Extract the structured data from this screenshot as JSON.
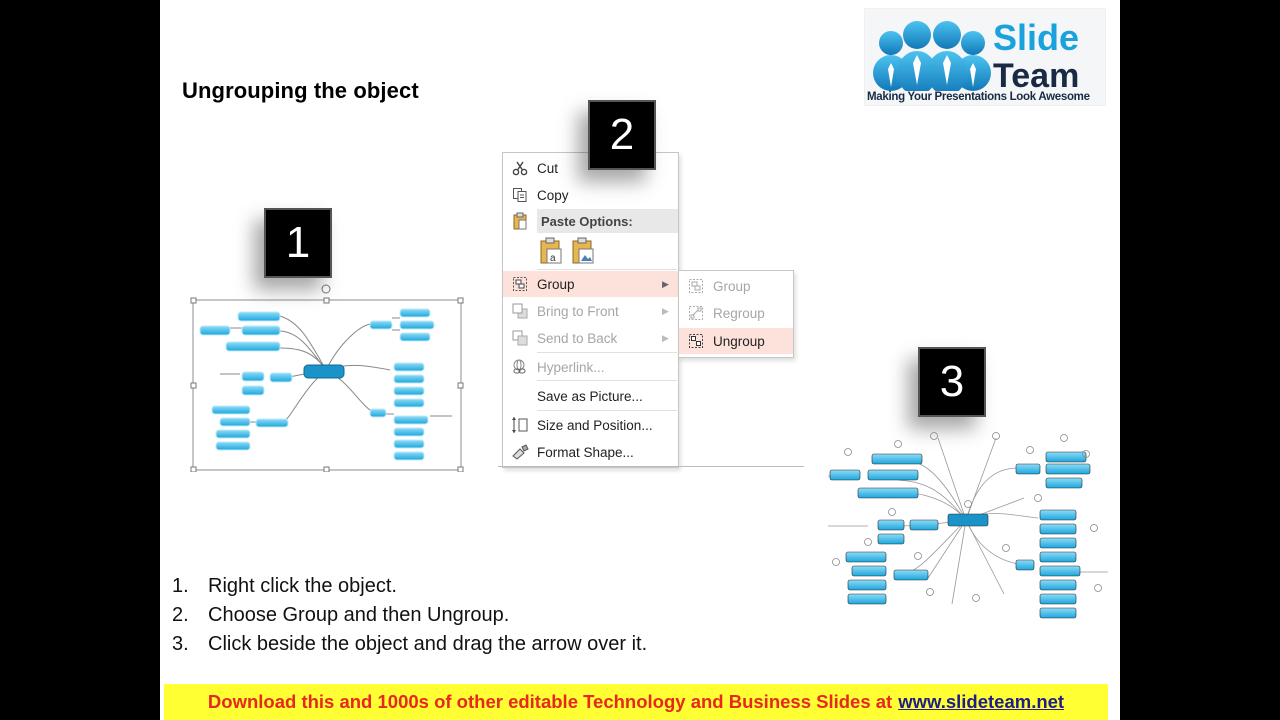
{
  "slide": {
    "title": "Ungrouping the object",
    "logo": {
      "brand_top": "Slide",
      "brand_bottom": "Team",
      "tagline": "Making Your Presentations Look Awesome",
      "colors": {
        "blue": "#1aa2dc",
        "navy": "#1a2a44"
      }
    },
    "badges": [
      "1",
      "2",
      "3"
    ],
    "context_menu": {
      "items": [
        {
          "label": "Cut",
          "icon": "scissors-icon",
          "disabled": false
        },
        {
          "label": "Copy",
          "icon": "copy-icon",
          "disabled": false
        },
        {
          "label": "Paste Options:",
          "icon": "clipboard-icon",
          "header": true
        },
        {
          "label": "Group",
          "icon": "group-icon",
          "disabled": false,
          "submenu": true,
          "highlighted": true
        },
        {
          "label": "Bring to Front",
          "icon": "bring-to-front-icon",
          "disabled": true,
          "submenu": true
        },
        {
          "label": "Send to Back",
          "icon": "send-to-back-icon",
          "disabled": true,
          "submenu": true
        },
        {
          "label": "Hyperlink...",
          "icon": "hyperlink-icon",
          "disabled": true
        },
        {
          "label": "Save as Picture...",
          "icon": "",
          "disabled": false
        },
        {
          "label": "Size and Position...",
          "icon": "size-position-icon",
          "disabled": false
        },
        {
          "label": "Format Shape...",
          "icon": "format-shape-icon",
          "disabled": false
        }
      ],
      "submenu": [
        {
          "label": "Group",
          "disabled": true
        },
        {
          "label": "Regroup",
          "disabled": true
        },
        {
          "label": "Ungroup",
          "disabled": false,
          "highlighted": true
        }
      ],
      "highlight_color": "#fde2db"
    },
    "steps": [
      {
        "num": "1.",
        "text": "Right click the object."
      },
      {
        "num": "2.",
        "text": "Choose Group and then Ungroup."
      },
      {
        "num": "3.",
        "text": "Click beside the object and drag the arrow over it."
      }
    ],
    "banner": {
      "text": "Download this and 1000s of other editable Technology and Business Slides at",
      "link": "www.slideteam.net",
      "bg": "#ffff33",
      "text_color": "#e8281e"
    }
  }
}
